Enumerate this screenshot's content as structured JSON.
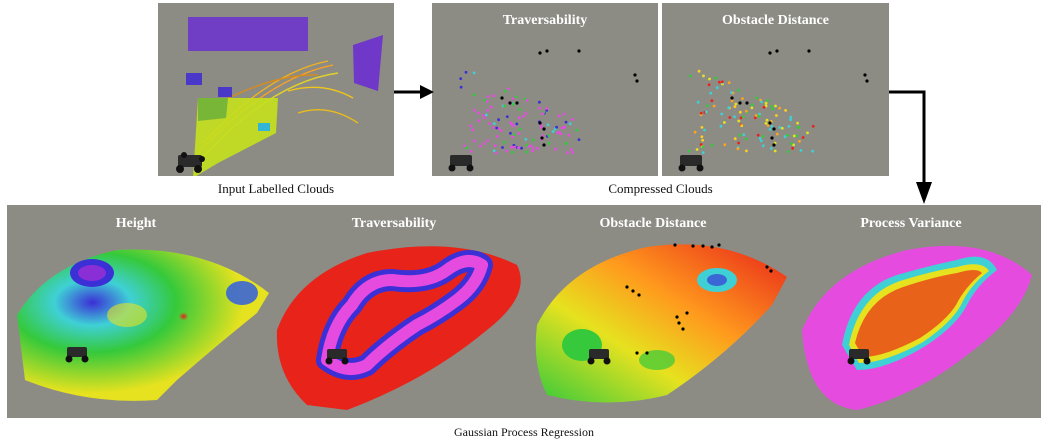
{
  "top": {
    "input_caption": "Input Labelled Clouds",
    "compressed_caption": "Compressed Clouds",
    "traversability_title": "Traversability",
    "obstacle_distance_title": "Obstacle Distance"
  },
  "gpr": {
    "caption": "Gaussian Process Regression",
    "titles": [
      "Height",
      "Traversability",
      "Obstacle Distance",
      "Process Variance"
    ]
  },
  "colors": {
    "panel_bg": "#8c8c85",
    "arrow": "#000000",
    "map_red": "#e8241a",
    "map_magenta": "#e64be0",
    "map_blue": "#3b2fd6",
    "map_green": "#35c93b",
    "map_cyan": "#3fd0d6",
    "map_yellow": "#e6e21f"
  },
  "icons": {
    "robot": "robot-icon",
    "arrow": "arrow-icon"
  }
}
